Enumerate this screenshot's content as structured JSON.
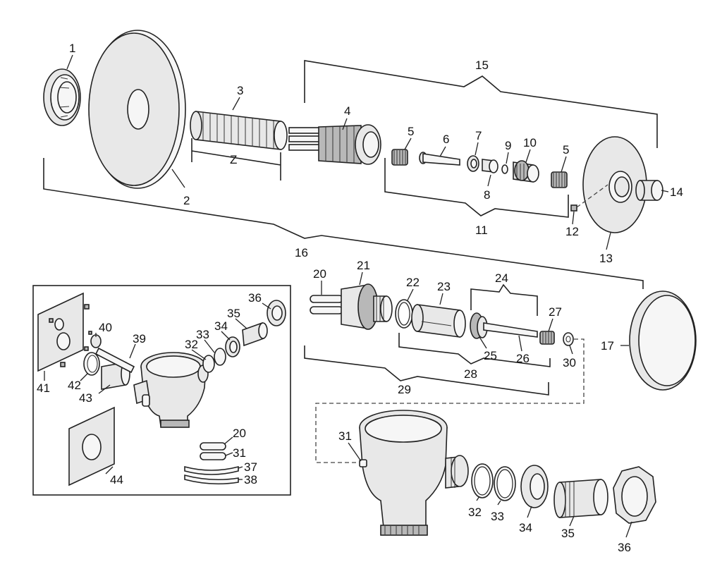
{
  "labels": {
    "p1": "1",
    "p2": "2",
    "p3": "3",
    "z": "Z",
    "p4": "4",
    "p5a": "5",
    "p6": "6",
    "p7": "7",
    "p8": "8",
    "p9": "9",
    "p10": "10",
    "p5b": "5",
    "p11": "11",
    "p12": "12",
    "p13": "13",
    "p14": "14",
    "p15": "15",
    "p16": "16",
    "p17": "17",
    "p20a": "20",
    "p21": "21",
    "p22": "22",
    "p23": "23",
    "p24": "24",
    "p25": "25",
    "p26": "26",
    "p27": "27",
    "p28": "28",
    "p29": "29",
    "p30": "30",
    "p31a": "31",
    "p32a": "32",
    "p33a": "33",
    "p34a": "34",
    "p35a": "35",
    "p36a": "36",
    "p36b": "36",
    "p35b": "35",
    "p34b": "34",
    "p33b": "33",
    "p32b": "32",
    "p40": "40",
    "p39": "39",
    "p41": "41",
    "p42": "42",
    "p43": "43",
    "p44": "44",
    "p20b": "20",
    "p31b": "31",
    "p37": "37",
    "p38": "38"
  }
}
